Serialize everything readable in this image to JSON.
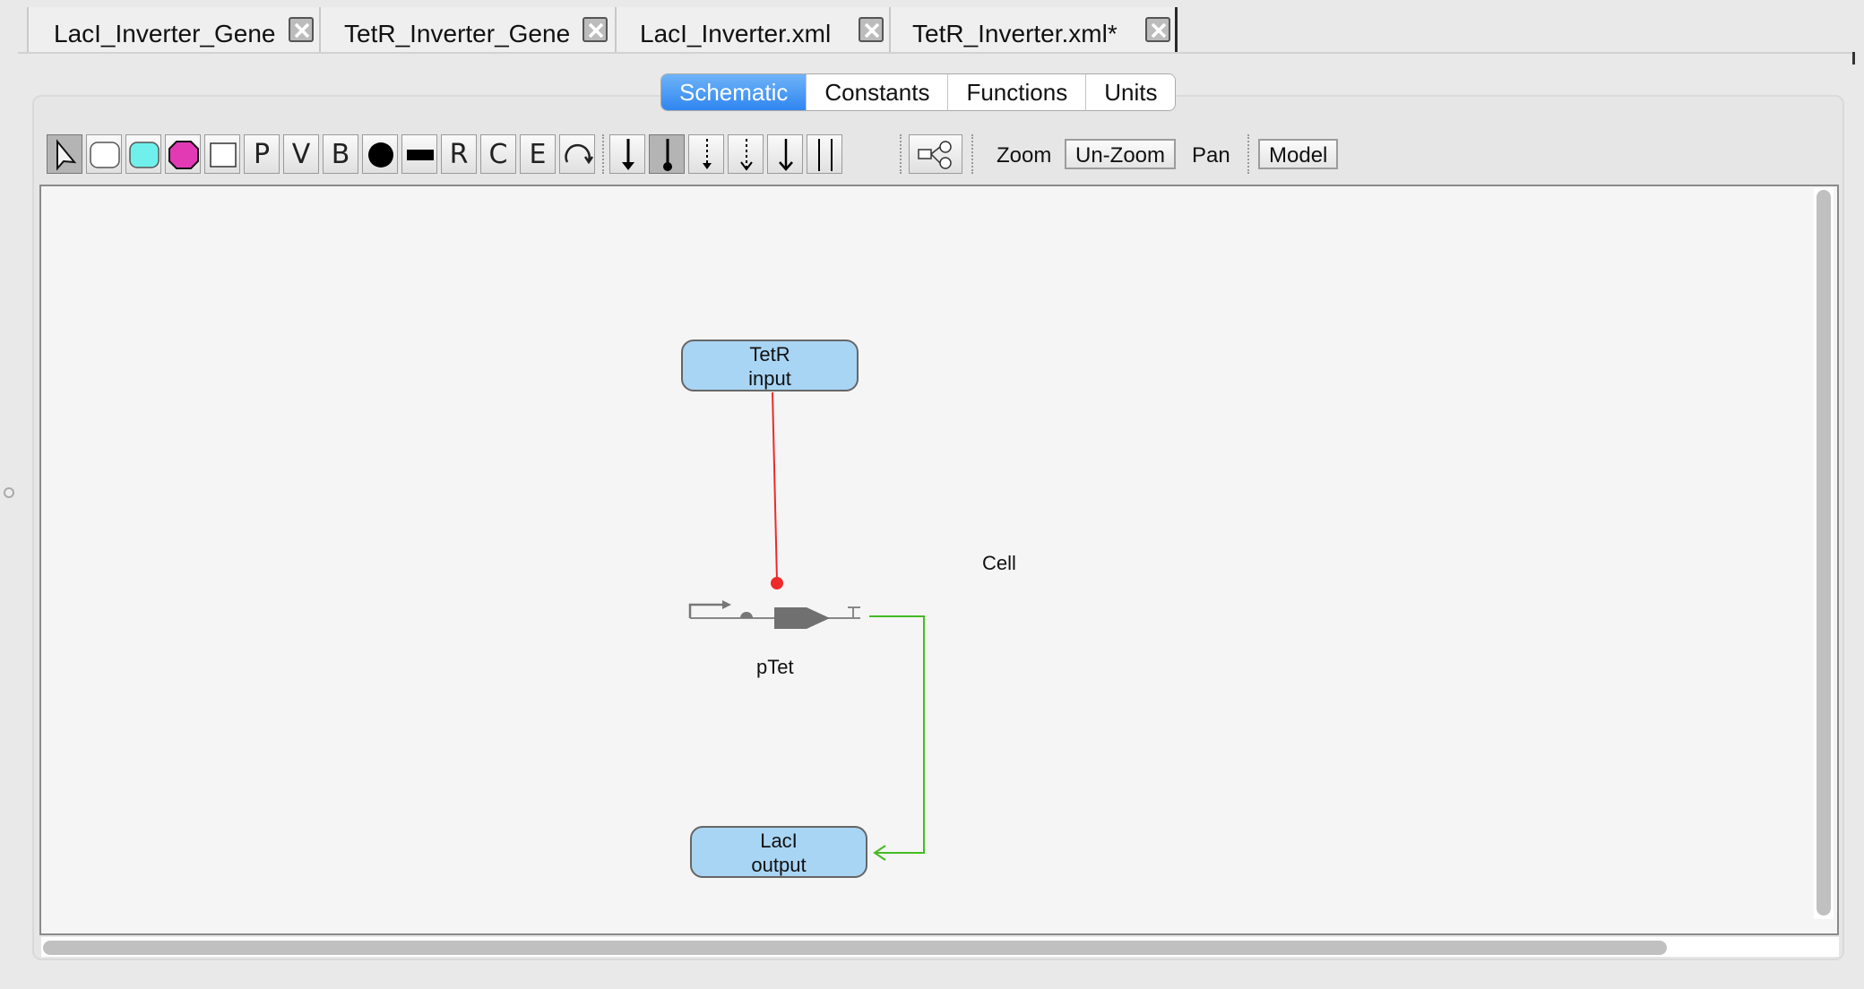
{
  "file_tabs": [
    {
      "label": "LacI_Inverter_Gene"
    },
    {
      "label": "TetR_Inverter_Gene"
    },
    {
      "label": "LacI_Inverter.xml"
    },
    {
      "label": "TetR_Inverter.xml*"
    }
  ],
  "view_tabs": [
    {
      "label": "Schematic",
      "active": true
    },
    {
      "label": "Constants"
    },
    {
      "label": "Functions"
    },
    {
      "label": "Units"
    }
  ],
  "toolbar": {
    "tools": [
      {
        "icon": "select-arrow-icon",
        "selected": true
      },
      {
        "icon": "species-box-icon"
      },
      {
        "icon": "input-species-icon"
      },
      {
        "icon": "output-species-icon"
      },
      {
        "icon": "compartment-icon"
      },
      {
        "icon": "promoter-icon",
        "glyph": "P"
      },
      {
        "icon": "variable-icon",
        "glyph": "V"
      },
      {
        "icon": "boolean-icon",
        "glyph": "B"
      },
      {
        "icon": "place-icon"
      },
      {
        "icon": "transition-icon"
      },
      {
        "icon": "rule-icon",
        "glyph": "R"
      },
      {
        "icon": "constraint-icon",
        "glyph": "C"
      },
      {
        "icon": "event-icon",
        "glyph": "E"
      },
      {
        "icon": "self-influence-icon"
      },
      {
        "icon": "activation-arrow-icon"
      },
      {
        "icon": "repression-icon",
        "selected": true
      },
      {
        "icon": "complex-formation-icon"
      },
      {
        "icon": "no-influence-icon"
      },
      {
        "icon": "production-icon"
      },
      {
        "icon": "degradation-icon"
      },
      {
        "icon": "layout-tree-icon"
      }
    ],
    "zoom_label": "Zoom",
    "unzoom_label": "Un-Zoom",
    "pan_label": "Pan",
    "model_label": "Model"
  },
  "canvas": {
    "nodes": [
      {
        "line1": "TetR",
        "line2": "input"
      },
      {
        "line1": "LacI",
        "line2": "output"
      }
    ],
    "promoter_label": "pTet",
    "compartment_label": "Cell",
    "colors": {
      "repression": "#ee2a2a",
      "production": "#44bb22",
      "species_fill": "#a9d5f5"
    }
  }
}
